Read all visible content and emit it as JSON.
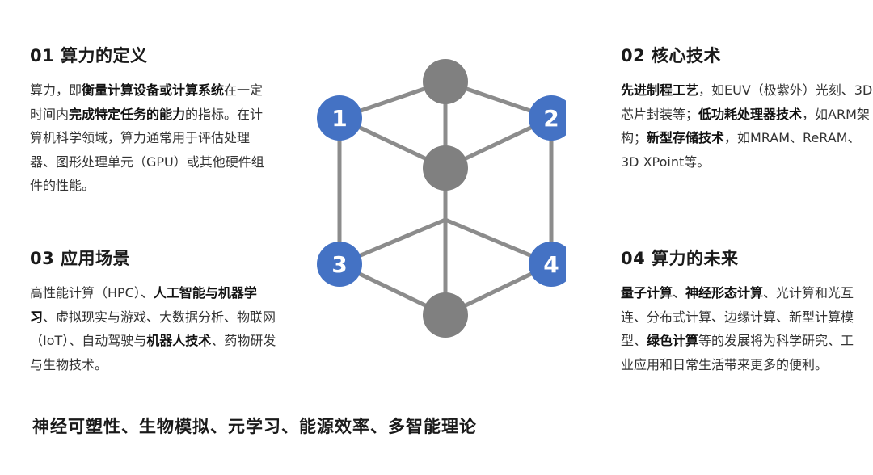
{
  "blocks": {
    "b1": {
      "title": "01 算力的定义",
      "segments": [
        {
          "t": "算力，即",
          "b": false
        },
        {
          "t": "衡量计算设备或计算系统",
          "b": true
        },
        {
          "t": "在一定时间内",
          "b": false
        },
        {
          "t": "完成特定任务的能力",
          "b": true
        },
        {
          "t": "的指标。在计算机科学领域，算力通常用于评估处理器、图形处理单元（GPU）或其他硬件组件的性能。",
          "b": false
        }
      ]
    },
    "b2": {
      "title": "02 核心技术",
      "segments": [
        {
          "t": "先进制程工艺",
          "b": true
        },
        {
          "t": "，如EUV（极紫外）光刻、3D芯片封装等；",
          "b": false
        },
        {
          "t": "低功耗处理器技术",
          "b": true
        },
        {
          "t": "，如ARM架构；",
          "b": false
        },
        {
          "t": "新型存储技术",
          "b": true
        },
        {
          "t": "，如MRAM、ReRAM、3D XPoint等。",
          "b": false
        }
      ]
    },
    "b3": {
      "title": "03 应用场景",
      "segments": [
        {
          "t": "高性能计算（HPC）、",
          "b": false
        },
        {
          "t": "人工智能与机器学习",
          "b": true
        },
        {
          "t": "、虚拟现实与游戏、大数据分析、物联网（IoT）、自动驾驶与",
          "b": false
        },
        {
          "t": "机器人技术",
          "b": true
        },
        {
          "t": "、药物研发与生物技术。",
          "b": false
        }
      ]
    },
    "b4": {
      "title": "04 算力的未来",
      "segments": [
        {
          "t": "量子计算",
          "b": true
        },
        {
          "t": "、",
          "b": false
        },
        {
          "t": "神经形态计算",
          "b": true
        },
        {
          "t": "、光计算和光互连、分布式计算、边缘计算、新型计算模型、",
          "b": false
        },
        {
          "t": "绿色计算",
          "b": true
        },
        {
          "t": "等的发展将为科学研究、工业应用和日常生活带来更多的便利。",
          "b": false
        }
      ]
    }
  },
  "footer": "神经可塑性、生物模拟、元学习、能源效率、多智能理论",
  "cube": {
    "labels": [
      "1",
      "2",
      "3",
      "4"
    ],
    "colors": {
      "numbered": "#4472C4",
      "plain": "#808080",
      "edge": "#8c8c8c"
    }
  }
}
